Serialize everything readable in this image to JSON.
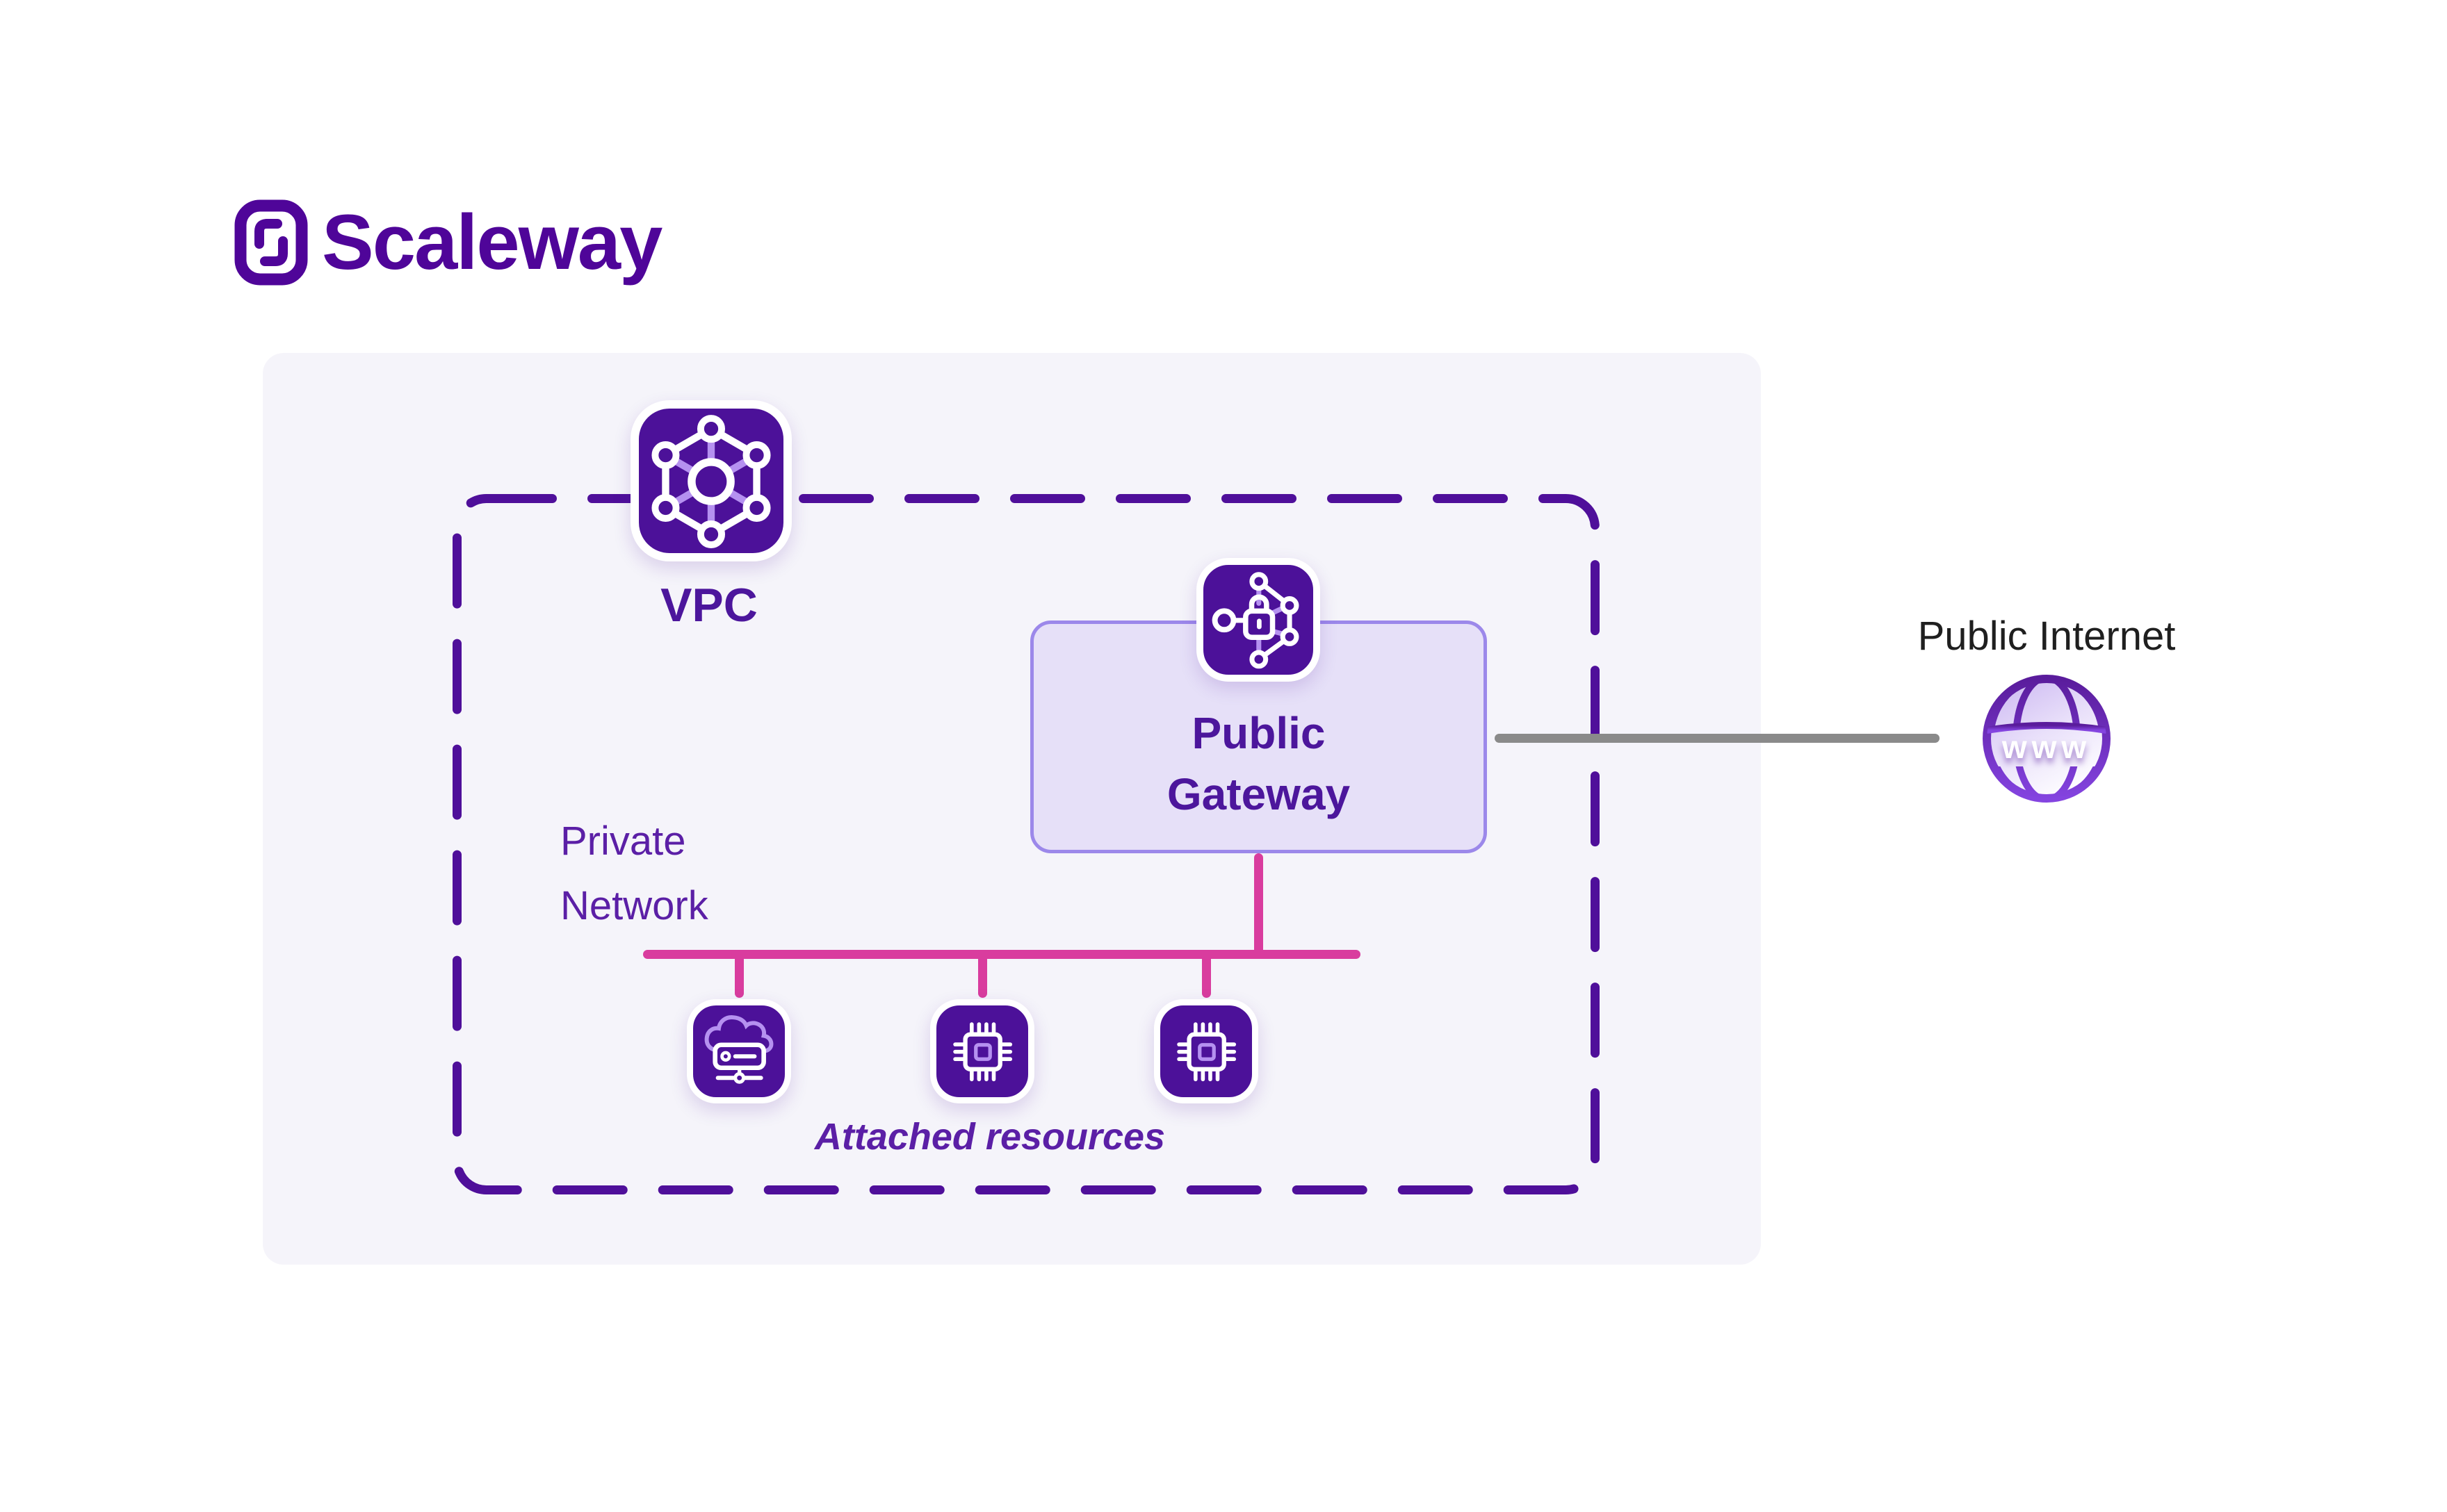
{
  "brand": {
    "wordmark": "Scaleway"
  },
  "panel": {
    "vpc_label": "VPC",
    "private_network_label": "Private\nNetwork",
    "attached_resources_label": "Attached resources"
  },
  "gateway": {
    "label": "Public\nGateway"
  },
  "internet": {
    "label": "Public Internet",
    "globe_text": "www"
  },
  "colors": {
    "brand_purple": "#4F0599",
    "icon_purple": "#4C1199",
    "icon_lavender": "#B591F0",
    "label_purple": "#4C169C",
    "pink_network": "#D93C9E",
    "gray_connector": "#8A8A8A",
    "panel_background": "#F5F4FA",
    "dashed_border": "#4F0F9A",
    "gateway_box_fill": "#E6E0F8",
    "gateway_box_border": "#9C88EA",
    "internet_text": "#1F1F1F"
  },
  "icons": {
    "logo": "scaleway-logo-icon",
    "vpc": "vpc-network-hexagon-icon",
    "gateway": "gateway-lock-network-icon",
    "resource_1": "cloud-server-icon",
    "resource_2": "cpu-chip-icon",
    "resource_3": "cpu-chip-icon",
    "internet": "globe-www-icon"
  }
}
